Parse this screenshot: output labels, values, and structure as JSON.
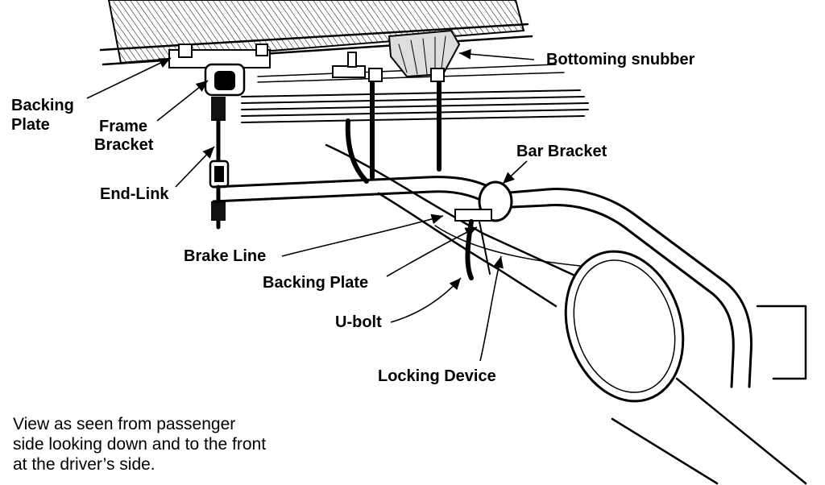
{
  "labels": {
    "bottoming_snubber": "Bottoming snubber",
    "backing_plate_top_1": "Backing",
    "backing_plate_top_2": "Plate",
    "frame_bracket_1": "Frame",
    "frame_bracket_2": "Bracket",
    "bar_bracket": "Bar Bracket",
    "end_link": "End-Link",
    "brake_line": "Brake Line",
    "backing_plate_lower": "Backing Plate",
    "u_bolt": "U-bolt",
    "locking_device": "Locking Device"
  },
  "caption": {
    "line1": "View as seen from passenger",
    "line2": "side looking down and to the front",
    "line3": "at the driver’s side."
  },
  "colors": {
    "ink": "#000000",
    "paper": "#ffffff"
  }
}
